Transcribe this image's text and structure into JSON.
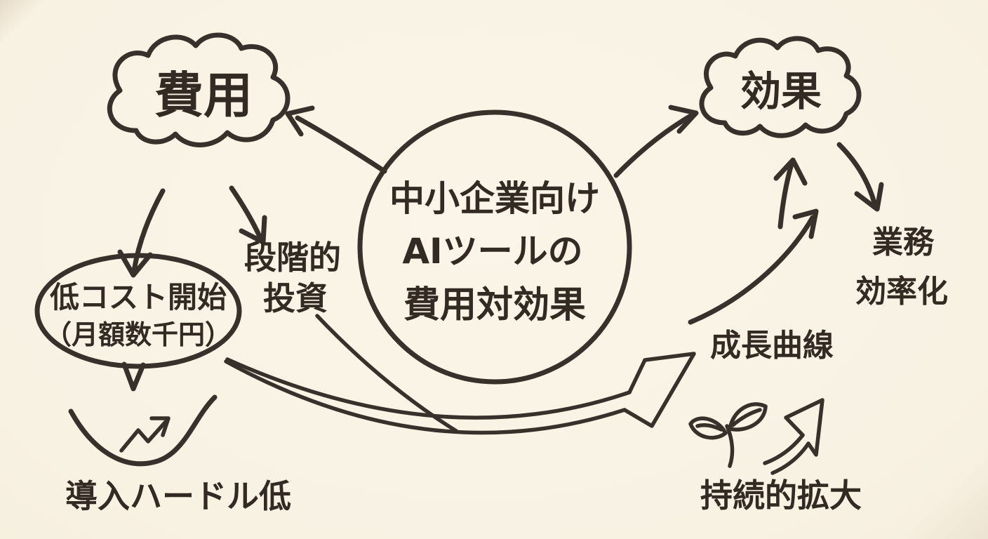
{
  "colors": {
    "paper": "#f7f1e2",
    "ink": "#38302a"
  },
  "center_circle": {
    "line1": "中小企業向け",
    "line2": "AIツールの",
    "line3": "費用対効果"
  },
  "cost_cloud": {
    "label": "費用"
  },
  "effect_cloud": {
    "label": "効果"
  },
  "low_cost_bubble": {
    "line1": "低コスト開始",
    "line2": "（月額数千円）"
  },
  "phased_investment": {
    "line1": "段階的",
    "line2": "投資"
  },
  "adoption_hurdle": {
    "label": "導入ハードル低"
  },
  "growth_curve": {
    "label": "成長曲線"
  },
  "business_efficiency": {
    "line1": "業務",
    "line2": "効率化"
  },
  "sustained_expansion": {
    "label": "持続的拡大"
  },
  "icons": {
    "sprout": "sprout-icon",
    "zigzag_growth": "zigzag-growth-arrow-icon",
    "hollow_swoosh": "hollow-swoosh-arrow-icon",
    "hollow_up": "hollow-up-arrow-icon"
  }
}
